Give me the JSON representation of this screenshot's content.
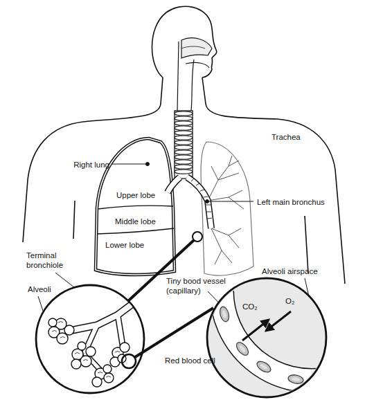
{
  "diagram": {
    "labels": [
      "Trachea",
      "Right lung",
      "Left main bronchus",
      "Upper lobe",
      "Middle lobe",
      "Lower lobe",
      "Terminal bronchiole",
      "Alveoli",
      "Tiny bood vessel (capillary)",
      "Alveoli airspace",
      "O₂",
      "CO₂",
      "Red blood cell"
    ]
  }
}
